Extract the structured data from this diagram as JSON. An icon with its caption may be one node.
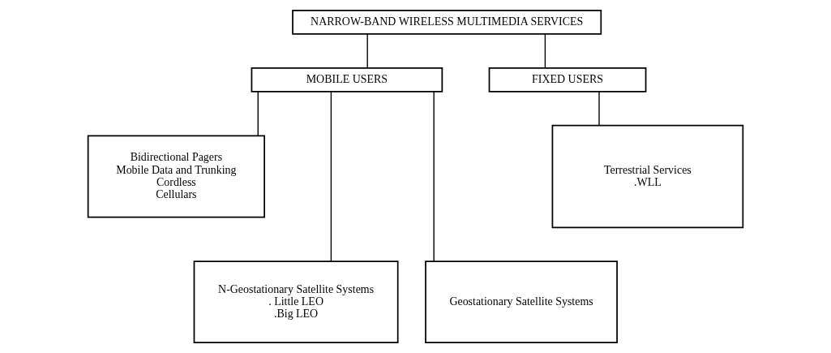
{
  "diagram": {
    "nodes": [
      {
        "text": [
          "NARROW-BAND WIRELESS MULTIMEDIA SERVICES"
        ]
      },
      {
        "text": [
          "MOBILE USERS"
        ]
      },
      {
        "text": [
          "FIXED USERS"
        ]
      },
      {
        "text": [
          "Bidirectional Pagers",
          "Mobile Data and Trunking",
          "Cordless",
          "Cellulars"
        ]
      },
      {
        "text": [
          "Terrestrial Services",
          ".WLL"
        ]
      },
      {
        "text": [
          "N-Geostationary Satellite Systems",
          ". Little LEO",
          ".Big LEO"
        ]
      },
      {
        "text": [
          "Geostationary Satellite Systems"
        ]
      }
    ],
    "edges": [
      {
        "from": 0,
        "to": 1,
        "arrow": "none"
      },
      {
        "from": 0,
        "to": 2,
        "arrow": "none"
      },
      {
        "from": 1,
        "to": 3,
        "arrow": "none"
      },
      {
        "from": 1,
        "to": 5,
        "arrow": "none"
      },
      {
        "from": 1,
        "to": 6,
        "arrow": "none"
      },
      {
        "from": 2,
        "to": 4,
        "arrow": "none"
      }
    ]
  }
}
